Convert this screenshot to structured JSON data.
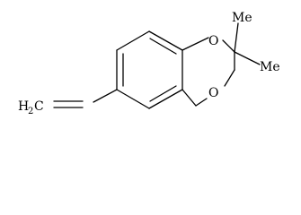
{
  "molecule": {
    "labels": {
      "oxygen_top": "O",
      "oxygen_bottom": "O",
      "methyl_upper": "Me",
      "methyl_lower": "Me",
      "vinyl_h": "H",
      "vinyl_sub": "2",
      "vinyl_c": "C"
    }
  }
}
